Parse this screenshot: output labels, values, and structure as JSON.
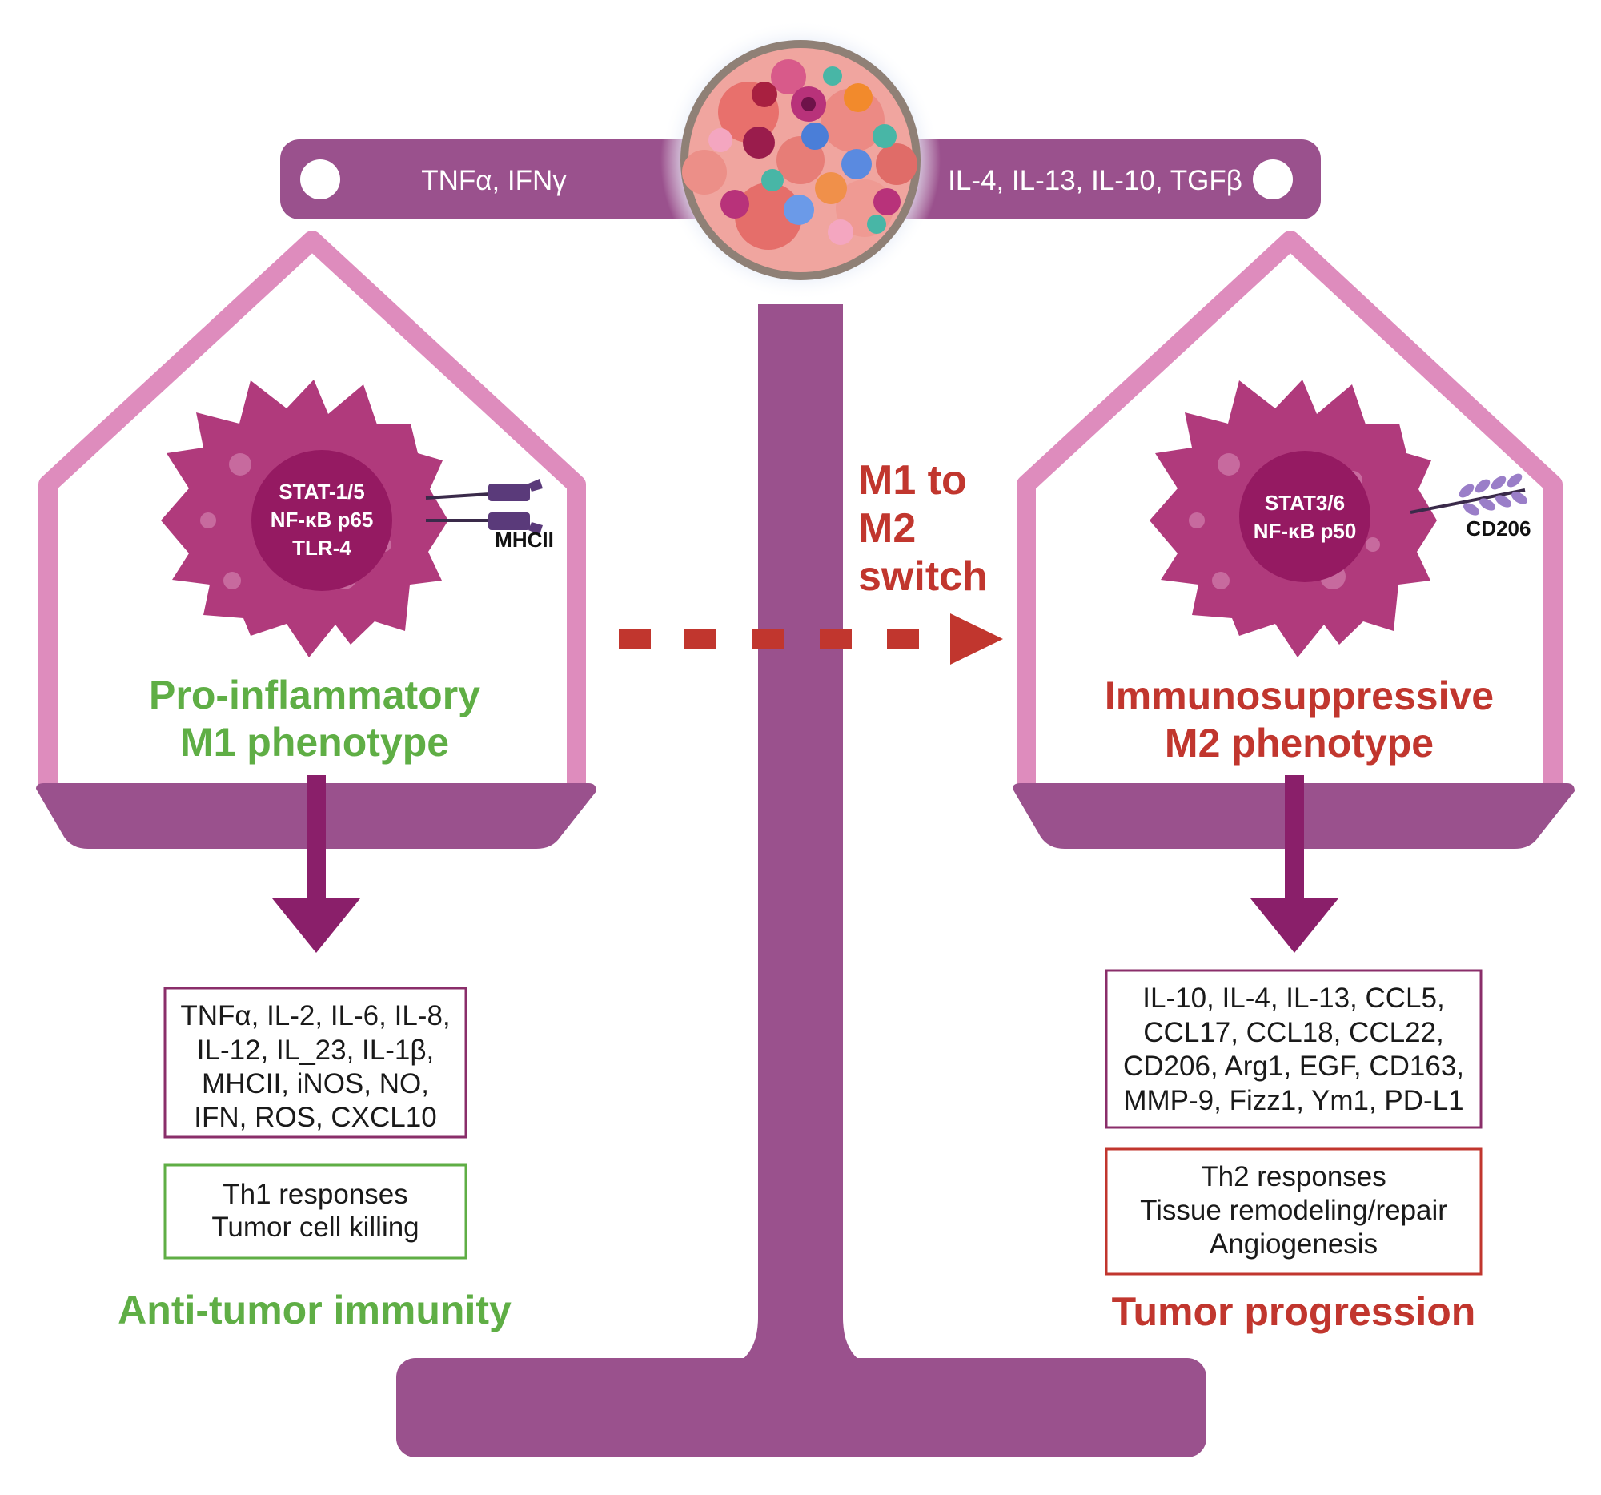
{
  "colors": {
    "scale_purple": "#9a518d",
    "pan_pink": "#de8cbd",
    "macrophage": "#b03a7c",
    "nucleus": "#951a62",
    "m1_green": "#5fae45",
    "m2_red": "#c1362e",
    "box_purple": "#8a2e6a"
  },
  "beam": {
    "left_label": "TNFα, IFNγ",
    "right_label": "IL-4, IL-13, IL-10, TGFβ",
    "center_icon": "tumor-microenvironment-icon"
  },
  "switch_label": {
    "line1": "M1 to",
    "line2": "M2",
    "line3": "switch"
  },
  "m1": {
    "nucleus_lines": [
      "STAT-1/5",
      "NF-κB p65",
      "TLR-4"
    ],
    "receptor_label": "MHCII",
    "title_line1": "Pro-inflammatory",
    "title_line2": "M1 phenotype",
    "markers_lines": [
      "TNFα, IL-2, IL-6, IL-8,",
      "IL-12, IL_23, IL-1β,",
      "MHCII, iNOS, NO,",
      "IFN, ROS, CXCL10"
    ],
    "responses_lines": [
      "Th1 responses",
      "Tumor cell killing"
    ],
    "outcome": "Anti-tumor immunity"
  },
  "m2": {
    "nucleus_lines": [
      "STAT3/6",
      "NF-κB p50"
    ],
    "receptor_label": "CD206",
    "title_line1": "Immunosuppressive",
    "title_line2": "M2 phenotype",
    "markers_lines": [
      "IL-10, IL-4, IL-13, CCL5,",
      "CCL17, CCL18, CCL22,",
      "CD206, Arg1, EGF, CD163,",
      "MMP-9, Fizz1, Ym1, PD-L1"
    ],
    "responses_lines": [
      "Th2 responses",
      "Tissue remodeling/repair",
      "Angiogenesis"
    ],
    "outcome": "Tumor progression"
  }
}
